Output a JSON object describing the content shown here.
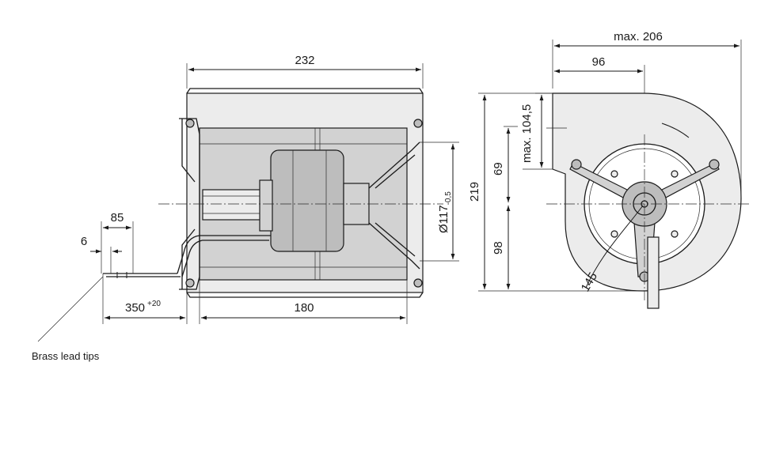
{
  "dimensions": {
    "overall_width": "232",
    "wheel_width": "180",
    "cable_length": "350",
    "cable_tolerance": "+20",
    "lead_strip_1": "85",
    "lead_strip_2": "6",
    "housing_height": "219",
    "inlet_diameter": "Ø117",
    "inlet_tolerance": "-0,5",
    "max_depth": "max. 206",
    "outlet_offset": "96",
    "outlet_height_max": "max. 104,5",
    "upper_height": "69",
    "lower_height": "98",
    "radius_145": "145"
  },
  "labels": {
    "brass_lead_tips": "Brass lead tips"
  }
}
